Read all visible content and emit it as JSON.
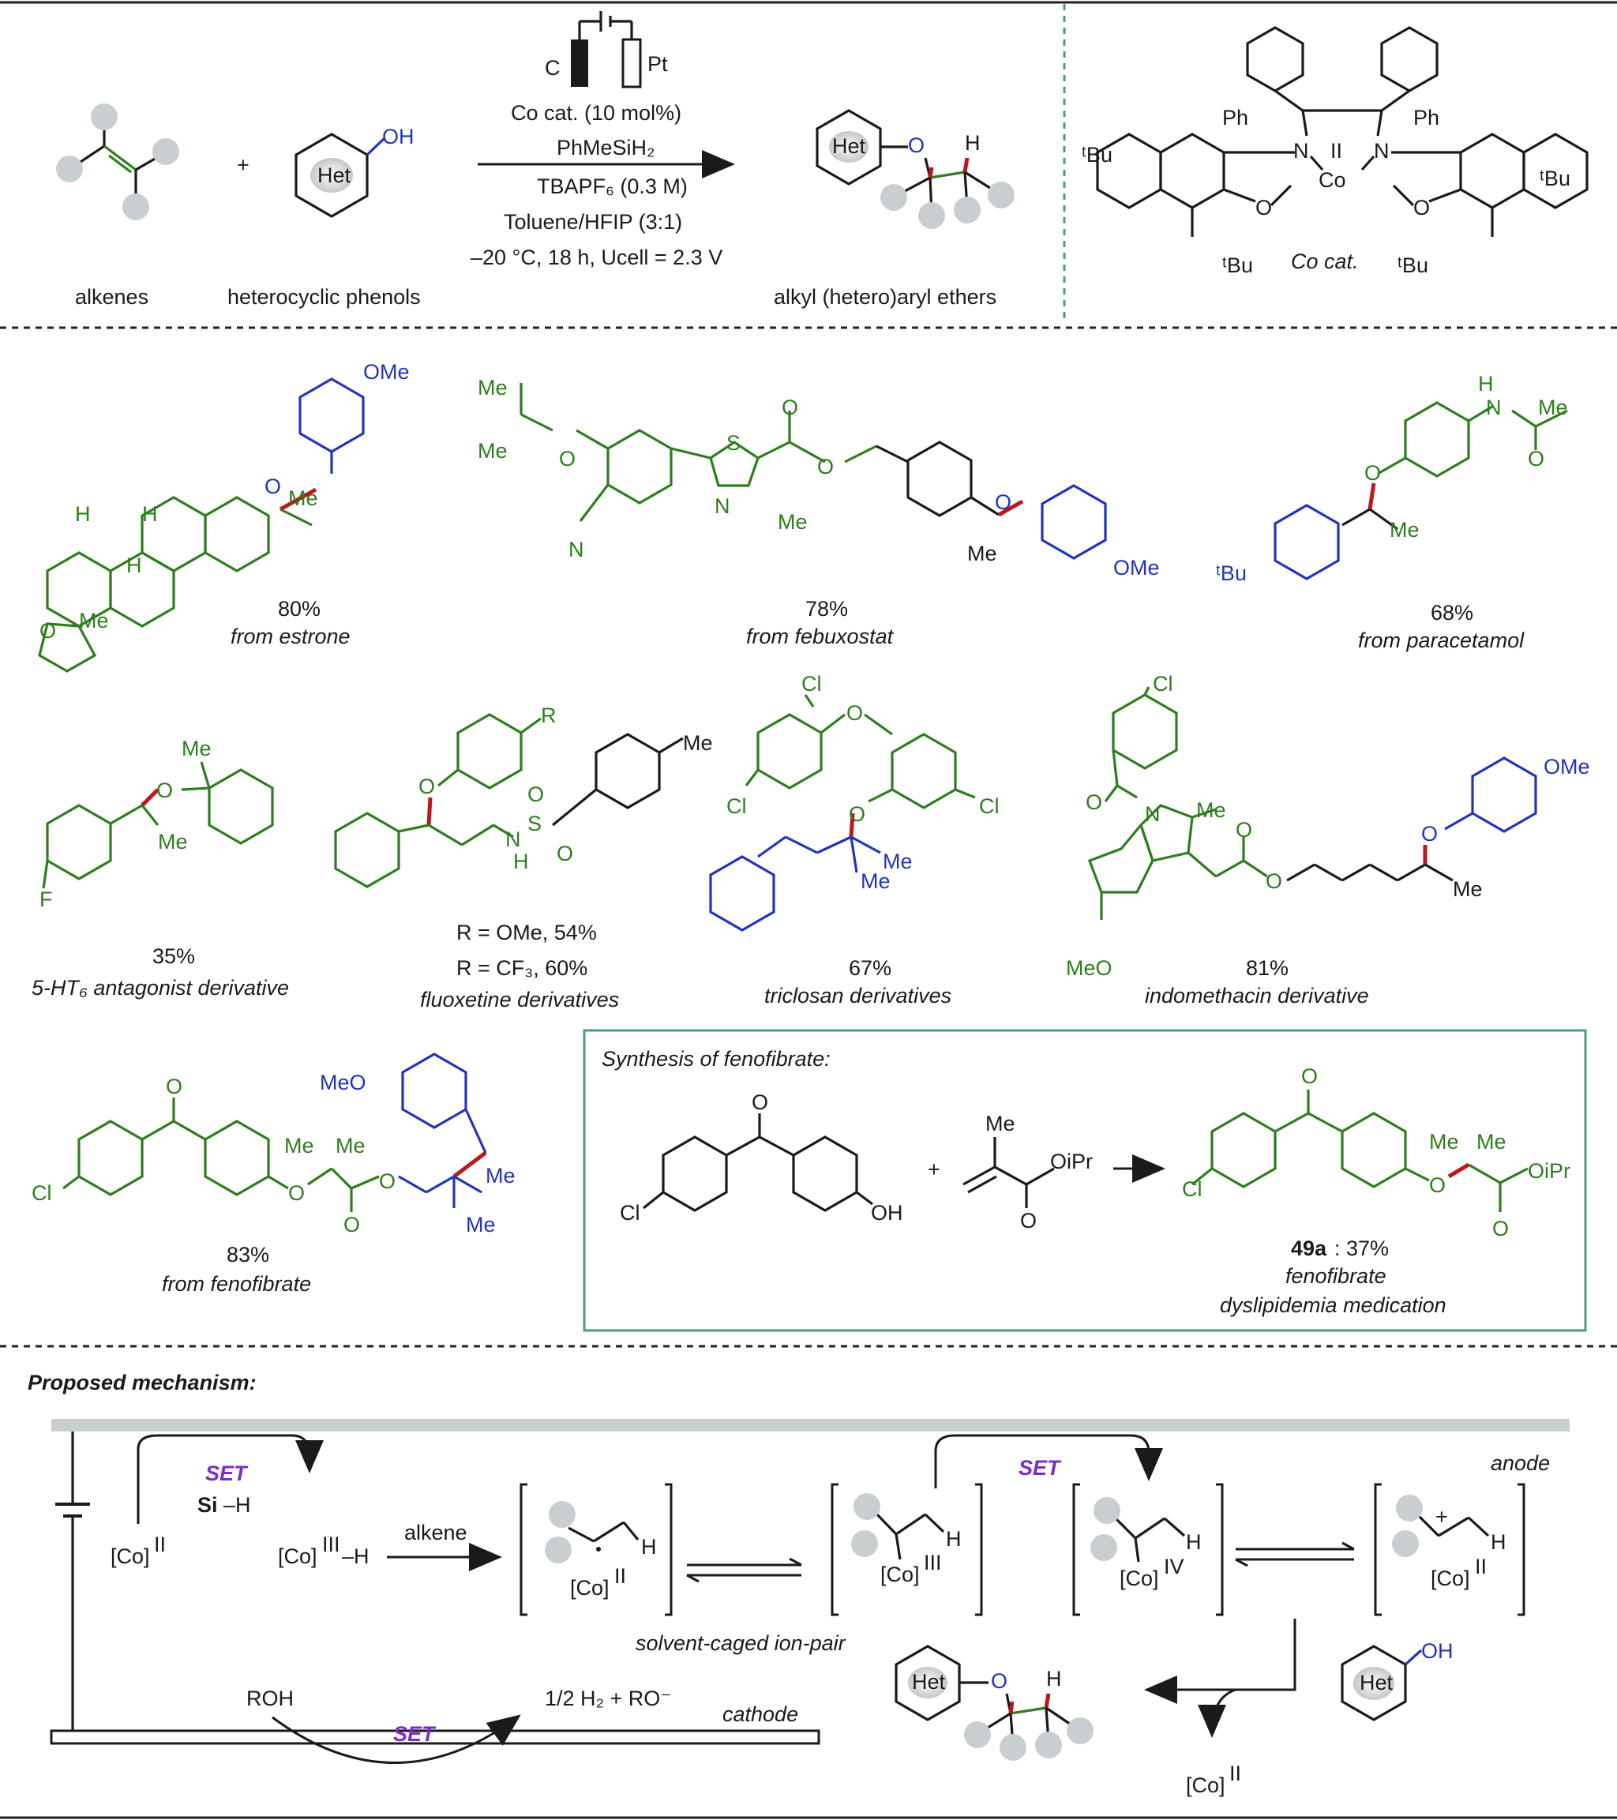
{
  "colors": {
    "green": "#2e7d1e",
    "blue": "#2235b8",
    "red": "#c0151b",
    "purple": "#7a2fbf",
    "teal": "#4a9a86",
    "grey": "#c9cfd1"
  },
  "header": {
    "electrode_c": "C",
    "electrode_pt": "Pt",
    "cond1": "Co cat. (10 mol%)",
    "cond2": "PhMeSiH₂",
    "cond3": "TBAPF₆ (0.3 M)",
    "cond4": "Toluene/HFIP (3:1)",
    "cond5": "–20 °C, 18 h, Ucell = 2.3 V",
    "plus": "+",
    "oh": "OH",
    "het": "Het",
    "o": "O",
    "h": "H",
    "label_alkenes": "alkenes",
    "label_phenols": "heterocyclic phenols",
    "label_ethers": "alkyl (hetero)aryl ethers",
    "catalyst_label": "Co cat.",
    "tbu": "ᵗBu",
    "ph": "Ph",
    "co": "Co",
    "co_ox": "II",
    "n": "N"
  },
  "products": [
    {
      "yield": "80%",
      "source": "from estrone"
    },
    {
      "yield": "78%",
      "source": "from febuxostat"
    },
    {
      "yield": "68%",
      "source": "from paracetamol"
    },
    {
      "yield": "35%",
      "source": "5-HT₆ antagonist derivative"
    },
    {
      "yield": "R = OMe, 54%",
      "yield2": "R = CF₃, 60%",
      "source": "fluoxetine derivatives"
    },
    {
      "yield": "67%",
      "source": "triclosan derivatives"
    },
    {
      "yield": "81%",
      "source": "indomethacin derivative"
    },
    {
      "yield": "83%",
      "source": "from fenofibrate"
    }
  ],
  "atoms": {
    "ome": "OMe",
    "meo": "MeO",
    "me": "Me",
    "h": "H",
    "o": "O",
    "n": "N",
    "s": "S",
    "cl": "Cl",
    "f": "F",
    "r": "R",
    "nh_h": "H",
    "tbu": "ᵗBu"
  },
  "fenofibrate_box": {
    "title": "Synthesis of fenofibrate:",
    "oipr": "OiPr",
    "oh": "OH",
    "compound": "49a",
    "yield": ": 37%",
    "name": "fenofibrate",
    "use": "dyslipidemia medication"
  },
  "mechanism": {
    "title": "Proposed mechanism:",
    "set": "SET",
    "si_h": "Si",
    "si_h2": "–H",
    "co2": "[Co]",
    "co2_sup": "II",
    "co3h": "[Co]",
    "co3h_sup": "III",
    "co3h_tail": "–H",
    "alkene": "alkene",
    "co3": "III",
    "co4": "IV",
    "cage_label": "solvent-caged ion-pair",
    "anode": "anode",
    "cathode": "cathode",
    "roh": "ROH",
    "h2": "1/2 H₂ + RO⁻",
    "het": "Het",
    "oh": "OH",
    "plus_sign": "+"
  }
}
